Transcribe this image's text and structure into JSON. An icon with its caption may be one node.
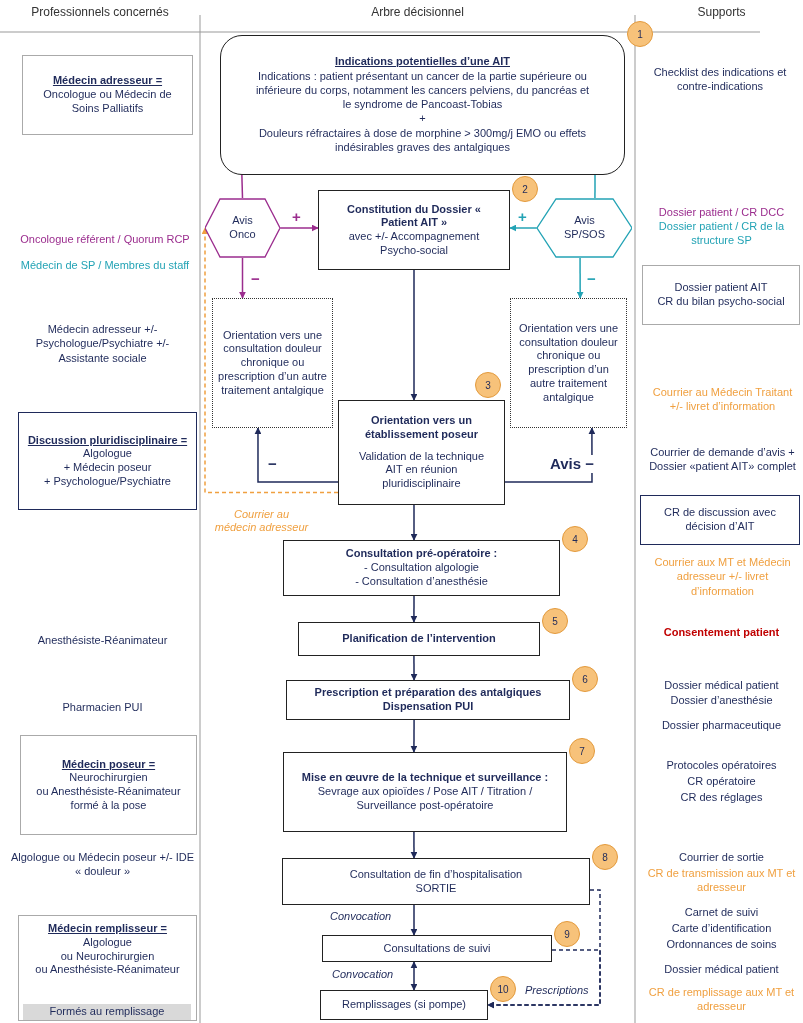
{
  "diagram": {
    "nodes": [
      {
        "text": [
          "Indications potentielles d’une AIT",
          "Indications : patient présentant un cancer de la partie supérieure ou inférieure du corps, notamment les cancers pelviens, du pancréas et le syndrome de Pancoast-Tobias",
          "+",
          "Douleurs réfractaires à dose de morphine > 300mg/j EMO ou effets indésirables graves des antalgiques"
        ],
        "beside": [
          "1"
        ]
      },
      {
        "text": [
          "Avis Onco"
        ]
      },
      {
        "text": [
          "Constitution du Dossier « Patient AIT »",
          "avec +/- Accompagnement Psycho-social"
        ],
        "beside": [
          "2"
        ]
      },
      {
        "text": [
          "Avis SP/SOS"
        ]
      },
      {
        "text": [
          "Orientation vers une consultation douleur chronique ou prescription d’un autre traitement antalgique"
        ]
      },
      {
        "text": [
          "Orientation vers une consultation douleur chronique ou prescription d’un autre traitement antalgique"
        ]
      },
      {
        "text": [
          "Orientation vers un établissement poseur",
          "Validation de la technique AIT en réunion pluridisciplinaire"
        ],
        "beside": [
          "3"
        ]
      },
      {
        "text": [
          "Consultation pré-opératoire :",
          "- Consultation algologie",
          "- Consultation d’anesthésie"
        ],
        "beside": [
          "4"
        ]
      },
      {
        "text": [
          "Planification de l’intervention"
        ],
        "beside": [
          "5"
        ]
      },
      {
        "text": [
          "Prescription et préparation des antalgiques",
          "Dispensation PUI"
        ],
        "beside": [
          "6"
        ]
      },
      {
        "text": [
          "Mise en œuvre de la technique et surveillance :",
          "Sevrage aux opioïdes / Pose AIT / Titration / Surveillance post-opératoire"
        ],
        "beside": [
          "7"
        ]
      },
      {
        "text": [
          "Consultation de fin d’hospitalisation",
          "SORTIE"
        ],
        "beside": [
          "8"
        ]
      },
      {
        "text": [
          "Consultations de suivi"
        ],
        "beside": [
          "9"
        ]
      },
      {
        "text": [
          "Remplissages (si pompe)"
        ],
        "beside": [
          "10"
        ]
      },
      {
        "text": [
          "Médecin adresseur =",
          "Oncologue ou Médecin de Soins Palliatifs"
        ]
      },
      {
        "text": [
          "Dossier patient AIT",
          "CR du bilan psycho-social"
        ]
      },
      {
        "text": [
          "Discussion pluridisciplinaire =",
          "Algologue",
          "+ Médecin poseur",
          "+ Psychologue/Psychiatre"
        ]
      },
      {
        "text": [
          "CR de discussion avec décision d’AIT"
        ]
      },
      {
        "text": [
          "Médecin poseur =",
          "Neurochirurgien",
          "ou Anesthésiste-Réanimateur formé à la pose"
        ]
      },
      {
        "text": [
          "Médecin remplisseur =",
          "Algologue",
          "ou Neurochirurgien",
          "ou Anesthésiste-Réanimateur"
        ]
      },
      {
        "text": [
          "Formés au remplissage"
        ],
        "in": 19
      }
    ],
    "edges": [
      {
        "from": 0,
        "to": 1,
        "arrow": "none",
        "color": "#9b2d8e"
      },
      {
        "from": 0,
        "to": 3,
        "arrow": "none",
        "color": "#23a3b5"
      },
      {
        "from": 1,
        "to": 2,
        "arrow": "to",
        "label": "+",
        "color": "#9b2d8e"
      },
      {
        "from": 3,
        "to": 2,
        "arrow": "to",
        "label": "+",
        "color": "#23a3b5"
      },
      {
        "from": 1,
        "to": 4,
        "arrow": "to",
        "label": "−",
        "color": "#9b2d8e"
      },
      {
        "from": 3,
        "to": 5,
        "arrow": "to",
        "label": "−",
        "color": "#23a3b5"
      },
      {
        "from": 2,
        "to": 6,
        "arrow": "to"
      },
      {
        "from": 6,
        "to": 4,
        "arrow": "to",
        "label": "−"
      },
      {
        "from": 6,
        "to": 5,
        "arrow": "to",
        "label": "Avis −"
      },
      {
        "from": 6,
        "to": 1,
        "arrow": "to",
        "label": "Courrier au médecin adresseur",
        "style": "dashed",
        "color": "#f0a040"
      },
      {
        "from": 6,
        "to": 7,
        "arrow": "to"
      },
      {
        "from": 7,
        "to": 8,
        "arrow": "to"
      },
      {
        "from": 8,
        "to": 9,
        "arrow": "to"
      },
      {
        "from": 9,
        "to": 10,
        "arrow": "to"
      },
      {
        "from": 10,
        "to": 11,
        "arrow": "to"
      },
      {
        "from": 11,
        "to": 12,
        "arrow": "to",
        "label": "Convocation"
      },
      {
        "from": 12,
        "to": 13,
        "arrow": "both",
        "label": "Convocation"
      },
      {
        "from": 11,
        "to": 13,
        "arrow": "to",
        "label": "Prescriptions",
        "style": "dashed"
      },
      {
        "from": 12,
        "to": 13,
        "arrow": "to",
        "style": "dashed"
      }
    ],
    "labels": [
      "Professionnels concernés",
      "Arbre décisionnel",
      "Supports",
      "Checklist des indications et contre-indications",
      "Oncologue référent / Quorum RCP",
      "Médecin de SP / Membres du staff",
      "Dossier patient / CR DCC",
      "Dossier patient / CR de la structure SP",
      "Médecin adresseur +/- Psychologue/Psychiatre +/- Assistante sociale",
      "Courrier au Médecin Traitant +/- livret d’information",
      "Courrier de demande d’avis + Dossier «patient AIT» complet",
      "Courrier aux MT et Médecin adresseur +/- livret d’information",
      "Anesthésiste-Réanimateur",
      "Consentement patient",
      "Pharmacien PUI",
      "Dossier médical patient",
      "Dossier d’anesthésie",
      "Dossier pharmaceutique",
      "Protocoles opératoires",
      "CR opératoire",
      "CR des réglages",
      "Algologue ou Médecin poseur +/- IDE « douleur »",
      "Courrier de sortie",
      "CR de transmission aux MT et adresseur",
      "Carnet de suivi",
      "Carte d’identification",
      "Ordonnances de soins",
      "Dossier médical patient",
      "CR de remplissage aux MT et adresseur"
    ]
  }
}
